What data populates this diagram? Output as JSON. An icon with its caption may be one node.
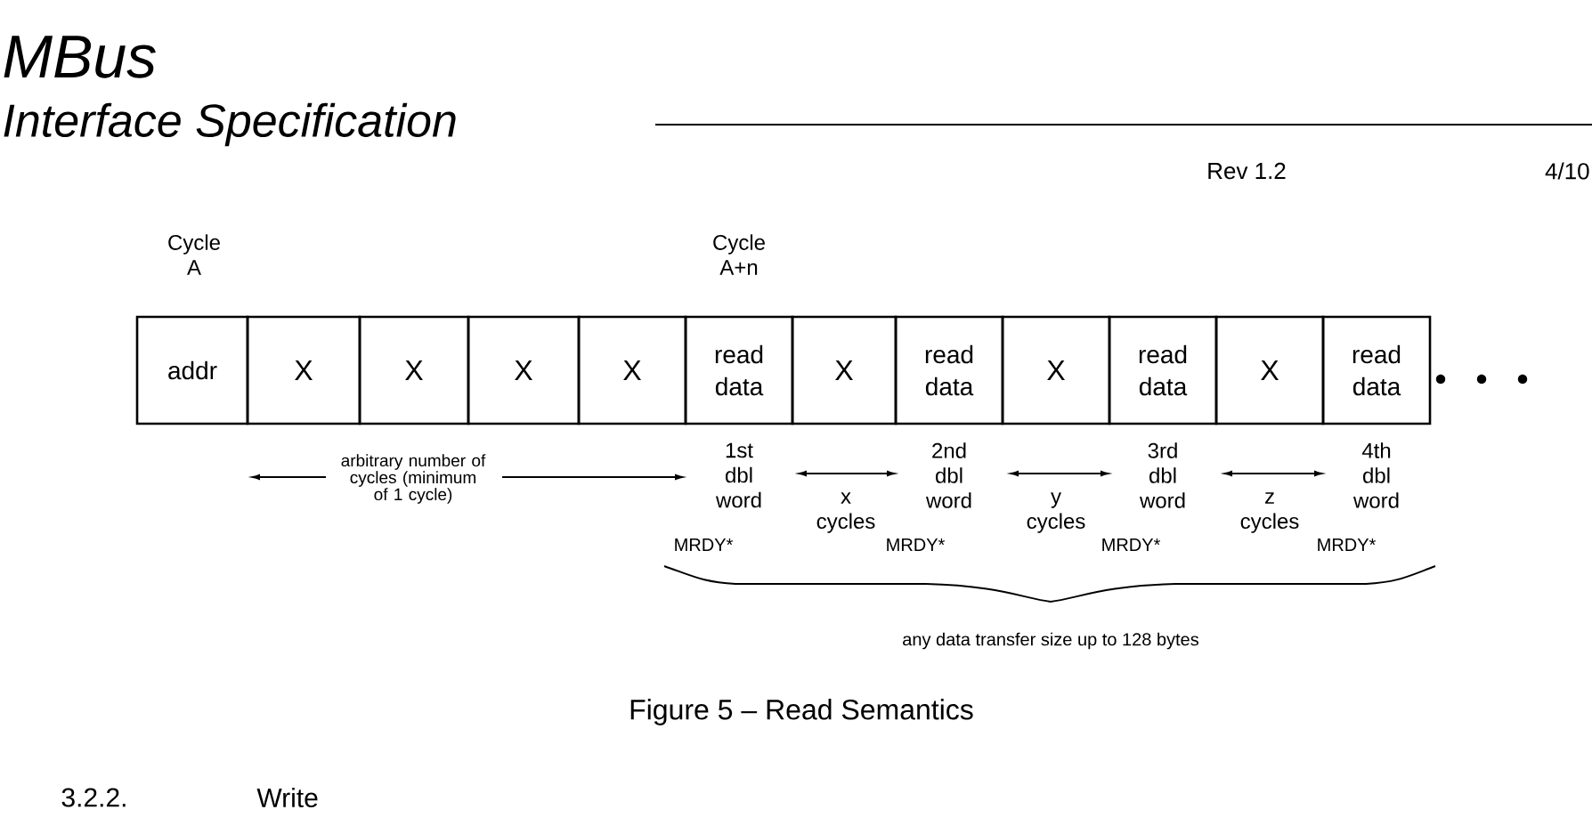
{
  "diagram": {
    "title": "MBus",
    "caption": "Figure 5 – Read Semantics",
    "nodes": [
      {
        "text": [
          "addr"
        ]
      },
      {
        "text": [
          "X"
        ]
      },
      {
        "text": [
          "X"
        ]
      },
      {
        "text": [
          "X"
        ]
      },
      {
        "text": [
          "X"
        ]
      },
      {
        "text": [
          "read data"
        ]
      },
      {
        "text": [
          "X"
        ]
      },
      {
        "text": [
          "read data"
        ]
      },
      {
        "text": [
          "X"
        ]
      },
      {
        "text": [
          "read data"
        ]
      },
      {
        "text": [
          "X"
        ]
      },
      {
        "text": [
          "read data"
        ]
      }
    ],
    "labels": [
      "Interface Specification",
      "Rev 1.2",
      "4/10",
      "Cycle A",
      "Cycle A+n",
      "arbitrary number of cycles (minimum of 1 cycle)",
      "1st dbl word",
      "x cycles",
      "2nd dbl word",
      "y cycles",
      "3rd dbl word",
      "z cycles",
      "4th dbl word",
      "MRDY*",
      "MRDY*",
      "MRDY*",
      "MRDY*",
      "any data transfer size up to 128 bytes",
      "3.2.2.",
      "Write"
    ]
  }
}
